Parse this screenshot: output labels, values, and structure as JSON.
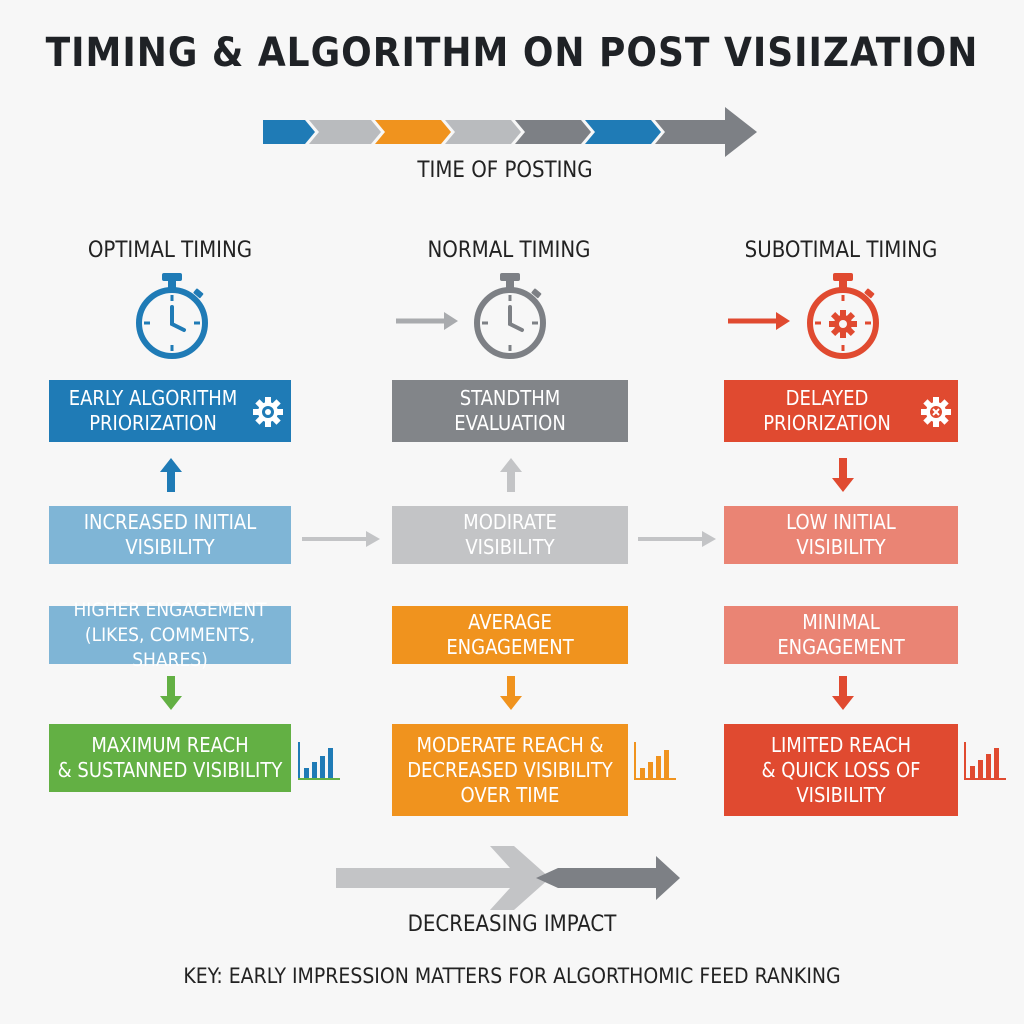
{
  "title": "TIMING & ALGORITHM ON POST VISIIZATION",
  "timeline": {
    "label": "TIME OF POSTING",
    "segment_colors": [
      "#1f7bb6",
      "#b9bbbe",
      "#f0931e",
      "#b9bbbe",
      "#7d8085",
      "#1f7bb6",
      "#7d8085"
    ]
  },
  "columns": [
    {
      "heading": "OPTIMAL TIMING",
      "icon": "stopwatch-icon",
      "color": "#1f7bb6",
      "priority": [
        "EARLY ALGORITHM",
        "PRIORIZATION"
      ],
      "visibility": [
        "INCREASED INITIAL",
        "VISIBILITY"
      ],
      "engagement": [
        "HIGHER ENGAGEMENT",
        "(LIKES, COMMENTS, SHARES)"
      ],
      "reach": [
        "MAXIMUM REACH",
        "& SUSTANNED VISIBILITY"
      ]
    },
    {
      "heading": "NORMAL TIMING",
      "icon": "stopwatch-icon",
      "color": "#828589",
      "priority": [
        "STANDTHM",
        "EVALUATION"
      ],
      "visibility": [
        "MODIRATE",
        "VISIBILITY"
      ],
      "engagement": [
        "AVERAGE",
        "ENGAGEMENT"
      ],
      "reach": [
        "MODERATE REACH &",
        "DECREASED VISIBILITY",
        "OVER TIME"
      ]
    },
    {
      "heading": "SUBOTIMAL TIMING",
      "icon": "stopwatch-gear-icon",
      "color": "#e04a30",
      "priority": [
        "DELAYED",
        "PRIORIZATION"
      ],
      "visibility": [
        "LOW INITIAL",
        "VISIBILITY"
      ],
      "engagement": [
        "MINIMAL",
        "ENGAGEMENT"
      ],
      "reach": [
        "LIMITED REACH",
        "& QUICK LOSS OF",
        "VISIBILITY"
      ]
    }
  ],
  "colors": {
    "blue": "#1f7bb6",
    "light_blue": "#7fb5d6",
    "gray": "#828589",
    "light_gray": "#c3c4c6",
    "orange": "#f0931e",
    "red": "#e04a30",
    "light_red": "#ea8474",
    "green": "#63b044"
  },
  "bottom_label": "DECREASING IMPACT",
  "key": "KEY: EARLY IMPRESSION MATTERS FOR ALGORTHOMIC FEED RANKING"
}
